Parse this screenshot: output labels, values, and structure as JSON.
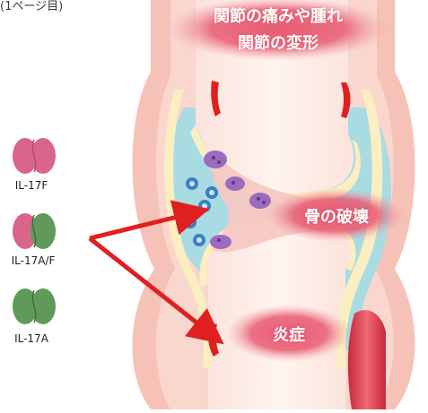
{
  "corner_note": "(1ページ目)",
  "joint": {
    "top_label_line1": "関節の痛みや腫れ",
    "top_label_line2": "関節の変形",
    "bone_label": "骨の破壊",
    "inflammation_label": "炎症"
  },
  "cytokines": [
    {
      "name": "IL-17F",
      "left_color": "#d9668a",
      "right_color": "#d9668a"
    },
    {
      "name": "IL-17A/F",
      "left_color": "#d9668a",
      "right_color": "#5f9a5a"
    },
    {
      "name": "IL-17A",
      "left_color": "#5f9a5a",
      "right_color": "#5f9a5a"
    }
  ],
  "colors": {
    "arrow": "#e02020",
    "synovial_fluid": "#a9dbe3",
    "cartilage": "#fbeec0",
    "capsule": "#f3a3a0",
    "label_blob": "#e85a72",
    "immune_cell": "#3a7fc4",
    "osteoclast": "#9b6bbf"
  }
}
